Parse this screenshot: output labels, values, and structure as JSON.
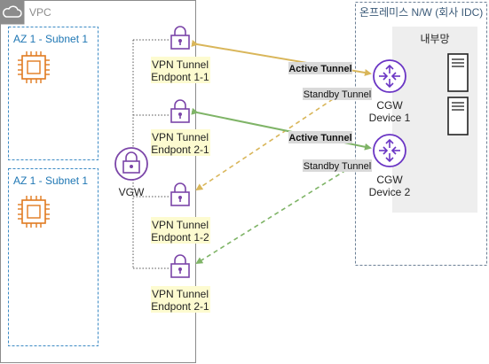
{
  "vpc": {
    "title": "VPC"
  },
  "subnets": [
    {
      "label": "AZ 1 - Subnet 1"
    },
    {
      "label": "AZ 1 - Subnet 1"
    }
  ],
  "endpoints": [
    {
      "line1": "VPN Tunnel",
      "line2": "Endpont 1-1"
    },
    {
      "line1": "VPN Tunnel",
      "line2": "Endpont 2-1"
    },
    {
      "line1": "VPN Tunnel",
      "line2": "Endpont 1-2"
    },
    {
      "line1": "VPN Tunnel",
      "line2": "Endpont 2-1"
    }
  ],
  "vgw": {
    "label": "VGW"
  },
  "onprem": {
    "title": "온프레미스 N/W (회사 IDC)",
    "internal_label": "내부망"
  },
  "cgw": [
    {
      "line1": "CGW",
      "line2": "Device 1"
    },
    {
      "line1": "CGW",
      "line2": "Device 2"
    }
  ],
  "tunnels": {
    "active_1": "Active Tunnel",
    "standby_1": "Standby Tunnel",
    "active_2": "Active Tunnel",
    "standby_2": "Standby Tunnel"
  },
  "colors": {
    "vpc_border": "#8c8c8c",
    "subnet_border": "#3b8ac4",
    "subnet_text": "#1f77b4",
    "ec2": "#e07a1f",
    "vpn": "#7b45a8",
    "cgw": "#6a35c4",
    "tunnel_1": "#d9b65a",
    "tunnel_2": "#7fb467",
    "endpoint_label_bg": "#fdfbd0",
    "tunnel_label_bg": "#d9d9d9",
    "internal_bg": "#eeeeee"
  },
  "icons": {
    "vpc": "cloud-icon",
    "ec2": "chip-icon",
    "endpoint": "vpn-lock-icon",
    "vgw": "vpn-gateway-icon",
    "cgw": "router-icon",
    "server": "server-icon"
  }
}
